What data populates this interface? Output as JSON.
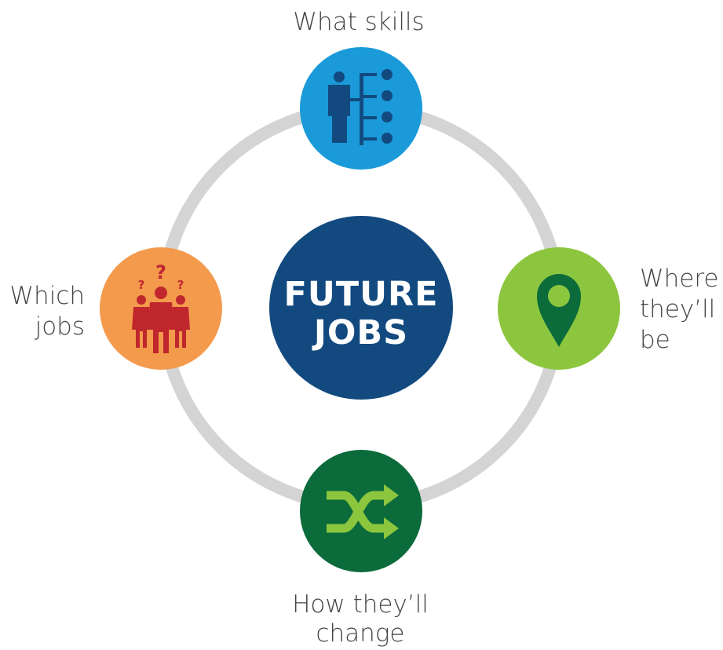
{
  "center": {
    "line1": "FUTURE",
    "line2": "JOBS"
  },
  "nodes": {
    "top": {
      "label": "What skills",
      "icon": "org-chart-person-icon",
      "color": "#1a9ad9",
      "icon_color": "#124a80"
    },
    "right": {
      "label_lines": [
        "Where",
        "they’ll",
        "be"
      ],
      "icon": "map-pin-icon",
      "color": "#8cc63f",
      "icon_color": "#0b6b3a"
    },
    "bottom": {
      "label_lines": [
        "How they’ll",
        "change"
      ],
      "icon": "shuffle-arrows-icon",
      "color": "#0b6b3a",
      "icon_color": "#8cc63f"
    },
    "left": {
      "label_lines": [
        "Which",
        "jobs"
      ],
      "icon": "people-question-icon",
      "color": "#f39a4d",
      "icon_color": "#c0272d"
    }
  },
  "colors": {
    "ring": "#d4d4d4",
    "center": "#124a80",
    "text": "#444444"
  }
}
